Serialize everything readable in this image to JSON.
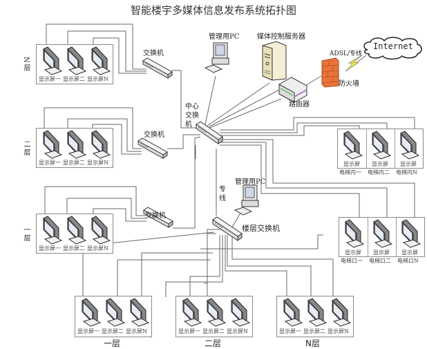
{
  "title": "智能楼宇多媒体信息发布系统拓扑图",
  "core": {
    "mgmt_pc_top": "管理用PC",
    "media_server": "媒体控制服务器",
    "internet": "Internet",
    "link": "ADSL/专线",
    "firewall": "防火墙",
    "router": "路由器",
    "center_switch": "中心交换机",
    "dedicated_line": "专线",
    "mgmt_pc_bottom": "管理用PC",
    "floor_switch": "楼层交换机"
  },
  "left_groups": [
    {
      "floor": "N层",
      "switch": "交换机",
      "screens": [
        "显示屏一",
        "显示屏二",
        "显示屏N"
      ]
    },
    {
      "floor": "二层",
      "switch": "交换机",
      "screens": [
        "显示屏一",
        "显示屏二",
        "显示屏N"
      ]
    },
    {
      "floor": "一层",
      "switch": "交换机",
      "screens": [
        "显示屏一",
        "显示屏二",
        "显示屏N"
      ]
    }
  ],
  "elevator_inside": {
    "screen_label": "显示屏",
    "items": [
      "电梯内一",
      "电梯内二",
      "电梯内N"
    ]
  },
  "elevator_entrance": {
    "screen_label": "显示屏",
    "items": [
      "电梯口一",
      "电梯口二",
      "电梯口N"
    ]
  },
  "bottom_groups": [
    {
      "floor": "一层",
      "screens": [
        "显示屏一",
        "显示屏二",
        "显示屏N"
      ]
    },
    {
      "floor": "二层",
      "screens": [
        "显示屏一",
        "显示屏二",
        "显示屏N"
      ]
    },
    {
      "floor": "N层",
      "screens": [
        "显示屏一",
        "显示屏二",
        "显示屏N"
      ]
    }
  ],
  "colors": {
    "line": "#555555",
    "firewall": "#e8743b",
    "lightning": "#f2ee2a",
    "router_accent": "#b07fc6",
    "router_green": "#7bc47f"
  }
}
